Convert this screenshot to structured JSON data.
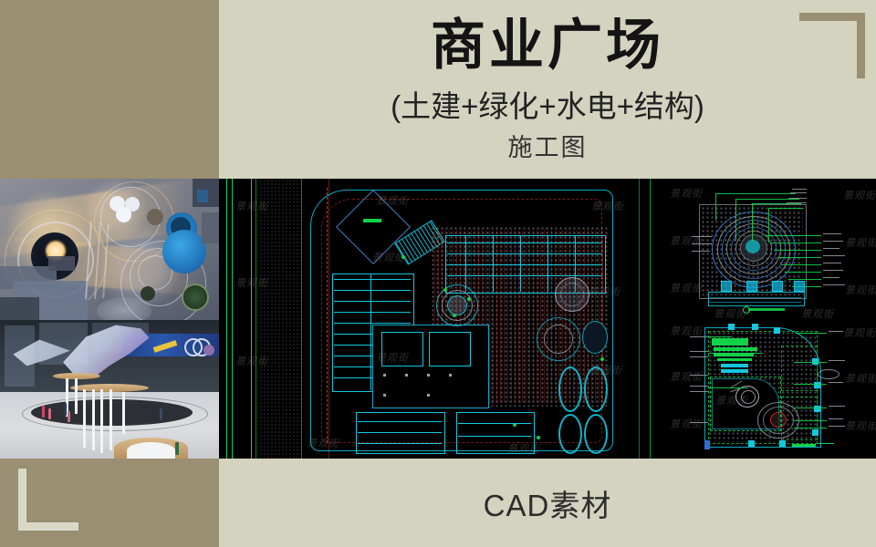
{
  "poster": {
    "title_main": "商业广场",
    "title_sub": "(土建+绿化+水电+结构)",
    "title_sub2": "施工图",
    "footer_text": "CAD素材",
    "colors": {
      "background": "#d3d3c0",
      "accent_khaki": "#9a8f73",
      "title_text": "#141414",
      "cad_background": "#000000",
      "cad_cyan": "#12c8e0",
      "cad_green": "#12d24a",
      "cad_red": "#c4302b",
      "cad_grey": "#9aa0a6"
    }
  },
  "brackets": {
    "top_right": "corner-bracket-top-right",
    "bottom_left": "corner-bracket-bottom-left"
  },
  "gallery": {
    "photos": [
      {
        "name": "aerial-night-plaza",
        "caption": ""
      },
      {
        "name": "whale-sculpture-plaza",
        "caption": ""
      }
    ],
    "cad_site_plan": {
      "name": "cad-site-plan",
      "watermark": "景观街"
    },
    "cad_details": [
      {
        "name": "cad-circular-plaza-detail",
        "watermark": "景观街"
      },
      {
        "name": "cad-landscape-detail",
        "watermark": "景观街"
      }
    ]
  },
  "watermarks": {
    "text": "景观街",
    "positions": [
      "top-left",
      "top-center",
      "top-right",
      "middle-left",
      "middle-center",
      "middle-right",
      "bottom-left",
      "bottom-center",
      "bottom-right"
    ]
  }
}
